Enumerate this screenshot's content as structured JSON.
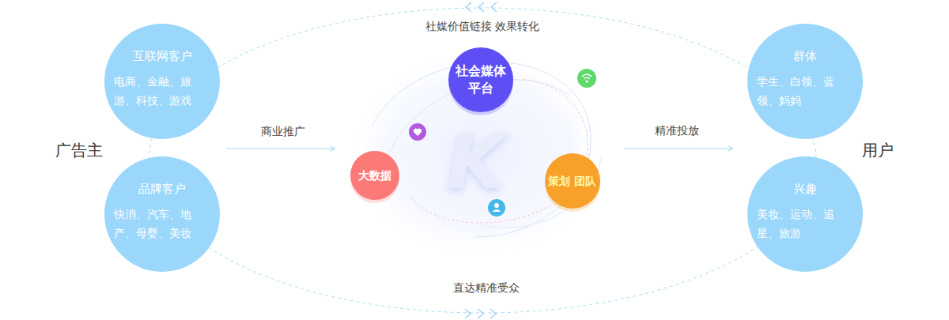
{
  "diagram": {
    "nodes": [
      {
        "text": [
          "互联网客户",
          "电商、金融、旅游、科技、游戏"
        ]
      },
      {
        "text": [
          "品牌客户",
          "快消、汽车、地产、母婴、美妆"
        ]
      },
      {
        "text": [
          "社会媒体 平台"
        ]
      },
      {
        "text": [
          "大数据"
        ]
      },
      {
        "text": [
          "策划 团队"
        ]
      },
      {
        "text": [
          "群体",
          "学生、白领、蓝领、妈妈"
        ]
      },
      {
        "text": [
          "兴趣",
          "美妆、运动、追星、旅游"
        ]
      }
    ],
    "labels": [
      "广告主",
      "用户",
      "社媒价值链接 效果转化",
      "直达精准受众",
      "商业推广",
      "精准投放",
      "K"
    ]
  }
}
